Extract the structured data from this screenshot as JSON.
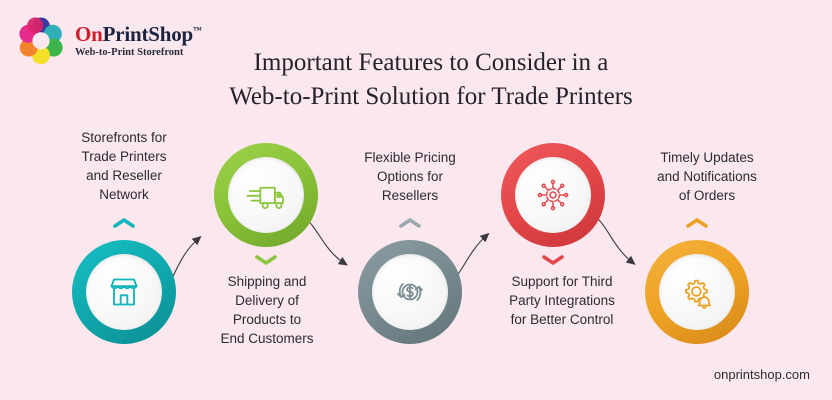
{
  "brand": {
    "name_part1": "On",
    "name_part2": "PrintShop",
    "trademark": "™",
    "tagline": "Web-to-Print Storefront",
    "logo_icon": "color-wheel-petals-logo",
    "color_primary": "#cf1f2e",
    "color_secondary": "#1c2340"
  },
  "heading": {
    "line1": "Important Features to Consider in a",
    "line2": "Web-to-Print Solution for Trade Printers"
  },
  "background_color": "#fbe7ee",
  "steps": [
    {
      "id": "storefronts",
      "label": "Storefronts for\nTrade Printers\nand Reseller\nNetwork",
      "label_lines": [
        "Storefronts for",
        "Trade Printers",
        "and Reseller",
        "Network"
      ],
      "icon": "storefront-icon",
      "color": "#11b3b8",
      "chevron": "chevron-up-icon",
      "position": "above"
    },
    {
      "id": "shipping",
      "label": "Shipping and\nDelivery of\nProducts to\nEnd Customers",
      "label_lines": [
        "Shipping and",
        "Delivery of",
        "Products to",
        "End Customers"
      ],
      "icon": "delivery-truck-icon",
      "color": "#8cc63e",
      "chevron": "chevron-down-icon",
      "position": "below"
    },
    {
      "id": "pricing",
      "label": "Flexible Pricing\nOptions for\nResellers",
      "label_lines": [
        "Flexible Pricing",
        "Options for",
        "Resellers"
      ],
      "icon": "dollar-refresh-icon",
      "color": "#74878d",
      "chevron": "chevron-up-icon",
      "position": "above"
    },
    {
      "id": "integrations",
      "label": "Support for Third\nParty Integrations\nfor Better Control",
      "label_lines": [
        "Support for Third",
        "Party Integrations",
        "for Better Control"
      ],
      "icon": "integration-hub-icon",
      "color": "#e4474b",
      "chevron": "chevron-down-icon",
      "position": "below"
    },
    {
      "id": "notifications",
      "label": "Timely Updates\nand Notifications\nof Orders",
      "label_lines": [
        "Timely Updates",
        "and Notifications",
        "of Orders"
      ],
      "icon": "gear-bell-icon",
      "color": "#eda124",
      "chevron": "chevron-up-icon",
      "position": "above"
    }
  ],
  "connectors": [
    {
      "from": "storefronts",
      "to": "shipping",
      "icon": "curved-arrow-icon"
    },
    {
      "from": "shipping",
      "to": "pricing",
      "icon": "curved-arrow-icon"
    },
    {
      "from": "pricing",
      "to": "integrations",
      "icon": "curved-arrow-icon"
    },
    {
      "from": "integrations",
      "to": "notifications",
      "icon": "curved-arrow-icon"
    }
  ],
  "footer": {
    "website": "onprintshop.com"
  }
}
